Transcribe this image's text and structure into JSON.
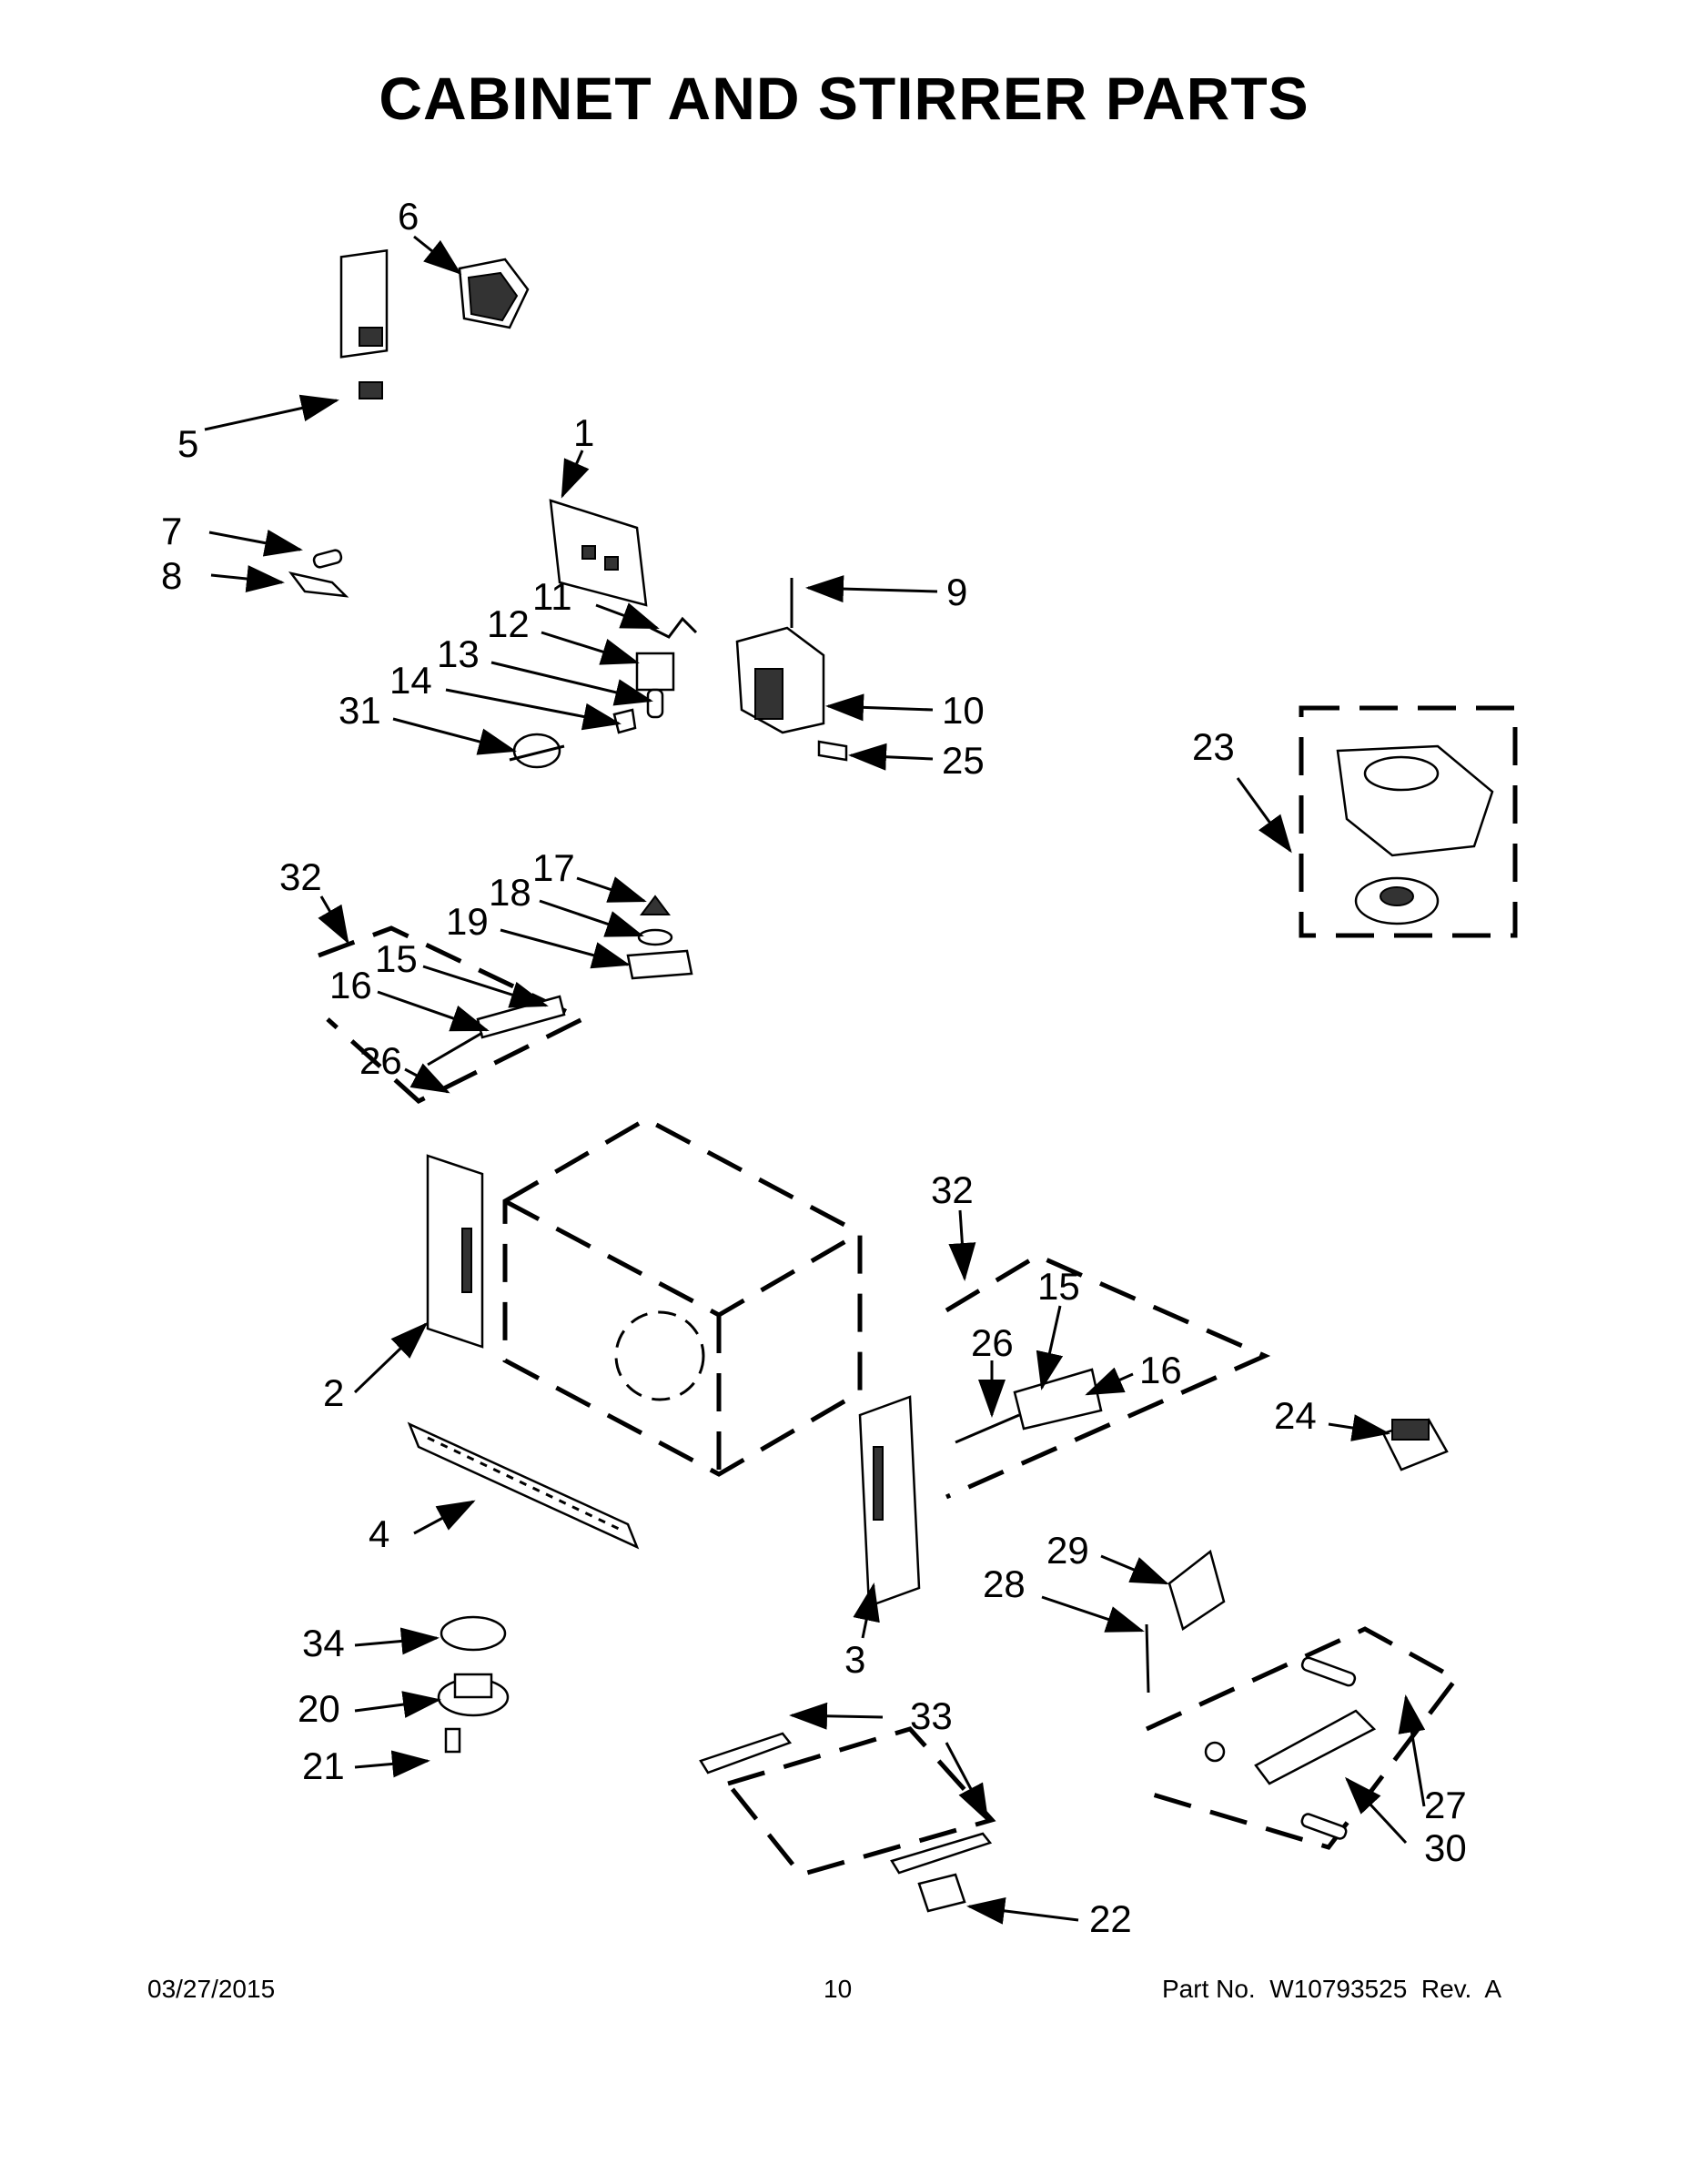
{
  "page": {
    "title": "CABINET AND STIRRER PARTS"
  },
  "callouts": [
    "1",
    "2",
    "3",
    "4",
    "5",
    "6",
    "7",
    "8",
    "9",
    "10",
    "11",
    "12",
    "13",
    "14",
    "15",
    "16",
    "17",
    "18",
    "19",
    "20",
    "21",
    "22",
    "23",
    "24",
    "25",
    "26",
    "27",
    "28",
    "29",
    "30",
    "31",
    "32",
    "33",
    "34",
    "15",
    "16",
    "26",
    "32"
  ],
  "footer": {
    "date": "03/27/2015",
    "page_number": "10",
    "part_no_label": "Part No.",
    "part_no": "W10793525",
    "rev_label": "Rev.",
    "rev": "A"
  }
}
